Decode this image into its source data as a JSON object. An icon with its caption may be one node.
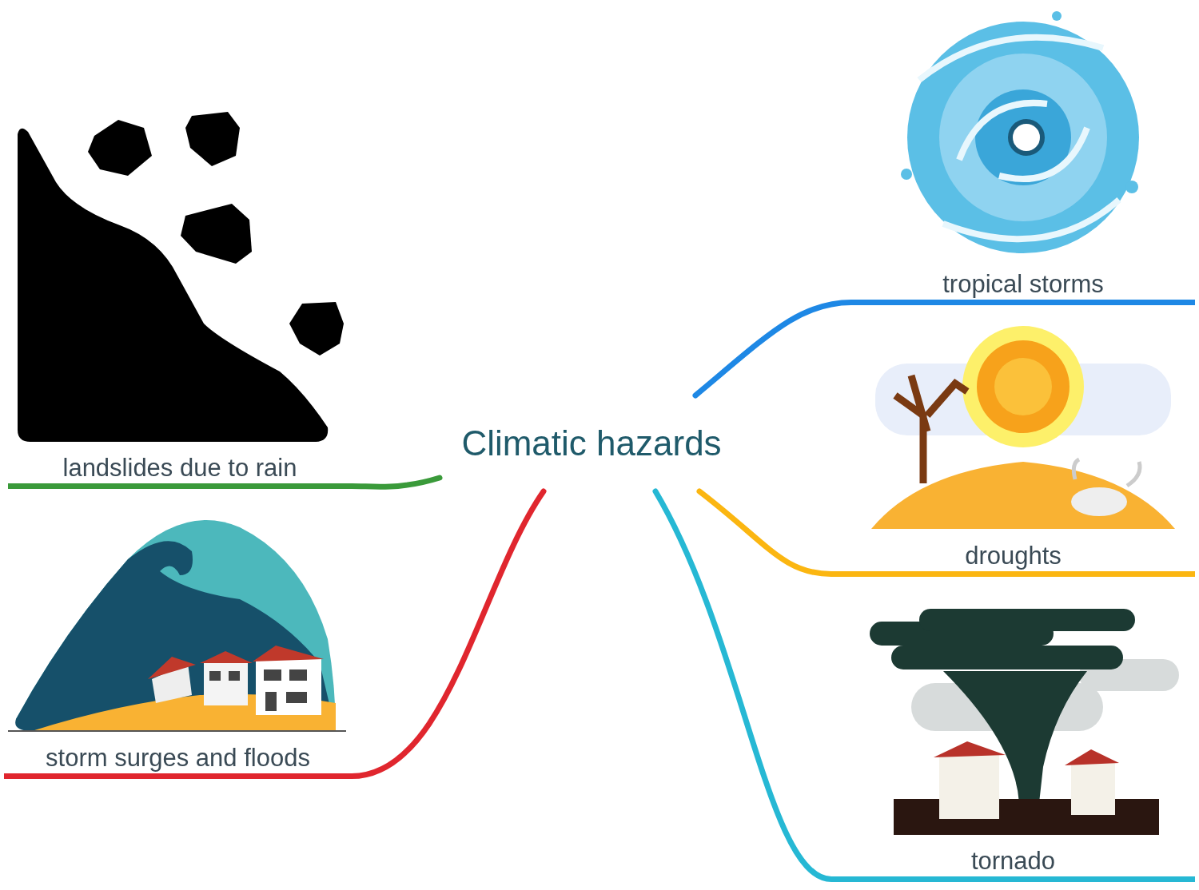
{
  "diagram": {
    "nodes": [
      {
        "text": [
          "Climatic hazards"
        ]
      },
      {
        "text": [
          "landslides due to rain"
        ]
      },
      {
        "text": [
          "storm surges and floods"
        ]
      },
      {
        "text": [
          "tropical storms"
        ]
      },
      {
        "text": [
          "droughts"
        ]
      },
      {
        "text": [
          "tornado"
        ]
      }
    ],
    "edges": [
      {
        "from": 0,
        "to": 1,
        "arrow": "none",
        "color": "#3a9a3a"
      },
      {
        "from": 0,
        "to": 2,
        "arrow": "none",
        "color": "#e0262e"
      },
      {
        "from": 0,
        "to": 3,
        "arrow": "none",
        "color": "#1e88e5"
      },
      {
        "from": 0,
        "to": 4,
        "arrow": "none",
        "color": "#fbb611"
      },
      {
        "from": 0,
        "to": 5,
        "arrow": "none",
        "color": "#26b8d4"
      }
    ]
  }
}
